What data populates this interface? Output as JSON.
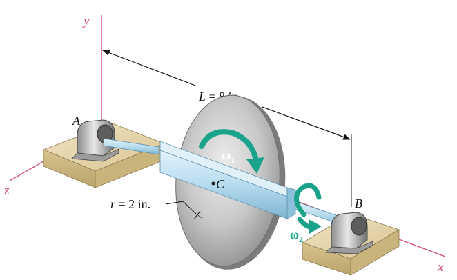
{
  "axes": {
    "x": "x",
    "y": "y",
    "z": "z"
  },
  "points": {
    "A": "A",
    "B": "B",
    "C": "C"
  },
  "dimensions": {
    "length_var": "L",
    "length_value": " = 8 in.",
    "radius_var": "r",
    "radius_value": " = 2 in."
  },
  "rotations": {
    "omega1": {
      "symbol": "ω",
      "sub": "1"
    },
    "omega2": {
      "symbol": "ω",
      "sub": "2"
    }
  },
  "colors": {
    "axis": "#d1456b",
    "arrow": "#1aa38a",
    "shaft": "#a9d3e8",
    "disk": "#c9c9c9",
    "base": "#e3d2a8"
  }
}
